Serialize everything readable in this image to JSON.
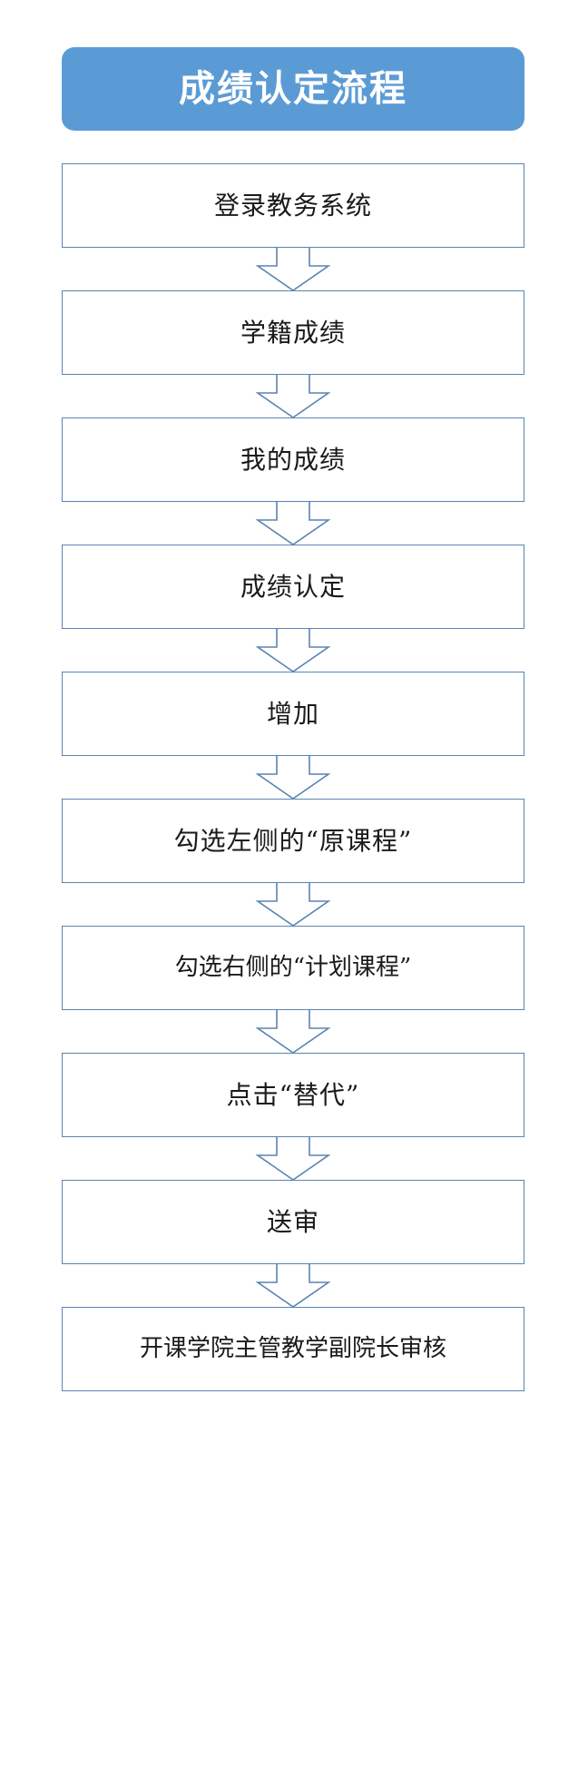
{
  "document": {
    "type": "flowchart",
    "language": "zh-CN",
    "orientation": "vertical-top-to-bottom"
  },
  "title": {
    "text": "成绩认定流程",
    "background_color": "#5B9BD5",
    "text_color": "#FFFFFF"
  },
  "theme": {
    "box_border_color": "#5B84B1",
    "box_fill_color": "#FFFFFF",
    "arrow_stroke_color": "#5B84B1",
    "arrow_fill_color": "#FFFFFF",
    "text_color": "#1A1A1A",
    "accent_color": "#5B9BD5"
  },
  "flow": {
    "step_count": 10,
    "connector_count": 9,
    "connector_shape": "hollow-block-down-arrow",
    "steps": [
      {
        "index": 1,
        "label": "登录教务系统"
      },
      {
        "index": 2,
        "label": "学籍成绩"
      },
      {
        "index": 3,
        "label": "我的成绩"
      },
      {
        "index": 4,
        "label": "成绩认定"
      },
      {
        "index": 5,
        "label": "增加"
      },
      {
        "index": 6,
        "label": "勾选左侧的“原课程”"
      },
      {
        "index": 7,
        "label": "勾选右侧的“计划课程”"
      },
      {
        "index": 8,
        "label": "点击“替代”"
      },
      {
        "index": 9,
        "label": "送审"
      },
      {
        "index": 10,
        "label": "开课学院主管教学副院长审核"
      }
    ]
  }
}
